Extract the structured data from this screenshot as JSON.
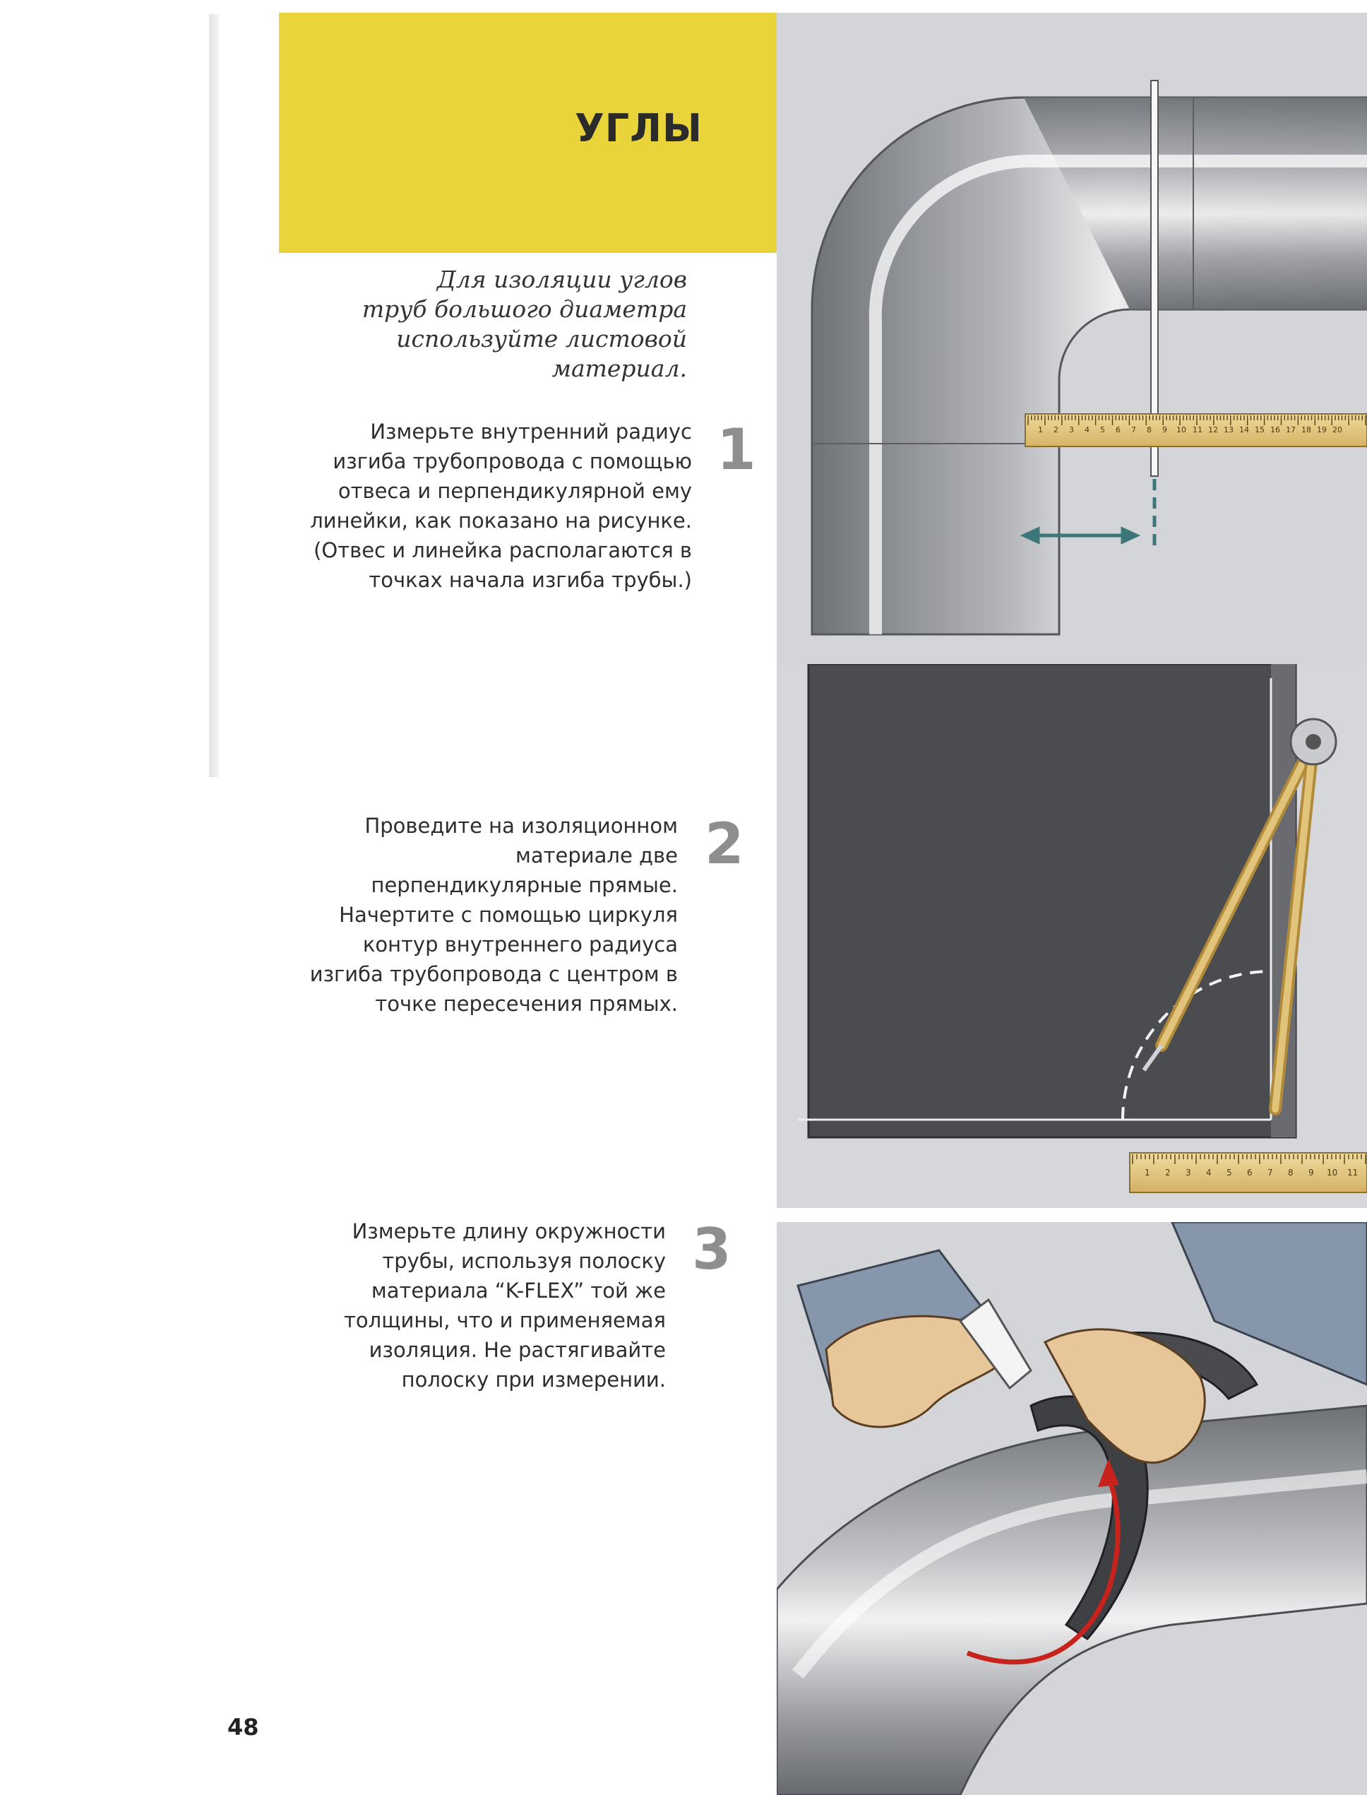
{
  "header": {
    "title": "УГЛЫ"
  },
  "intro": {
    "lines": [
      "Для изоляции углов",
      "труб большого диаметра",
      "используйте листовой материал."
    ]
  },
  "steps": [
    {
      "number": "1",
      "lines": [
        "Измерьте внутренний радиус",
        "изгиба трубопровода с помощью",
        "отвеса и перпендикулярной ему",
        "линейки, как показано на рисунке.",
        "(Отвес и линейка располагаются в",
        "точках начала изгиба трубы.)"
      ]
    },
    {
      "number": "2",
      "lines": [
        "Проведите на изоляционном",
        "материале две",
        "перпендикулярные прямые.",
        "Начертите с помощью циркуля",
        "контур внутреннего радиуса",
        "изгиба трубопровода с центром в",
        "точке пересечения прямых."
      ]
    },
    {
      "number": "3",
      "lines": [
        "Измерьте длину окружности",
        "трубы, используя  полоску",
        "материала “K-FLEX” той же",
        "толщины, что и применяемая",
        "изоляция. Не растягивайте",
        "полоску при измерении."
      ]
    }
  ],
  "illustrations": {
    "ruler1_ticks": [
      "1",
      "2",
      "3",
      "4",
      "5",
      "6",
      "7",
      "8",
      "9",
      "10",
      "11",
      "12",
      "13",
      "14",
      "15",
      "16",
      "17",
      "18",
      "19",
      "20"
    ],
    "ruler2_ticks": [
      "1",
      "2",
      "3",
      "4",
      "5",
      "6",
      "7",
      "8",
      "9",
      "10",
      "11"
    ]
  },
  "page_number": "48",
  "colors": {
    "header_band": "#e9d43c",
    "step_number": "#8e8e8e",
    "pipe_steel": "#8d9096",
    "ruler_wood": "#e3c57a",
    "insulation_sheet": "#4b4c50",
    "arrow_teal": "#3d7678",
    "arrow_red": "#c8221c"
  }
}
